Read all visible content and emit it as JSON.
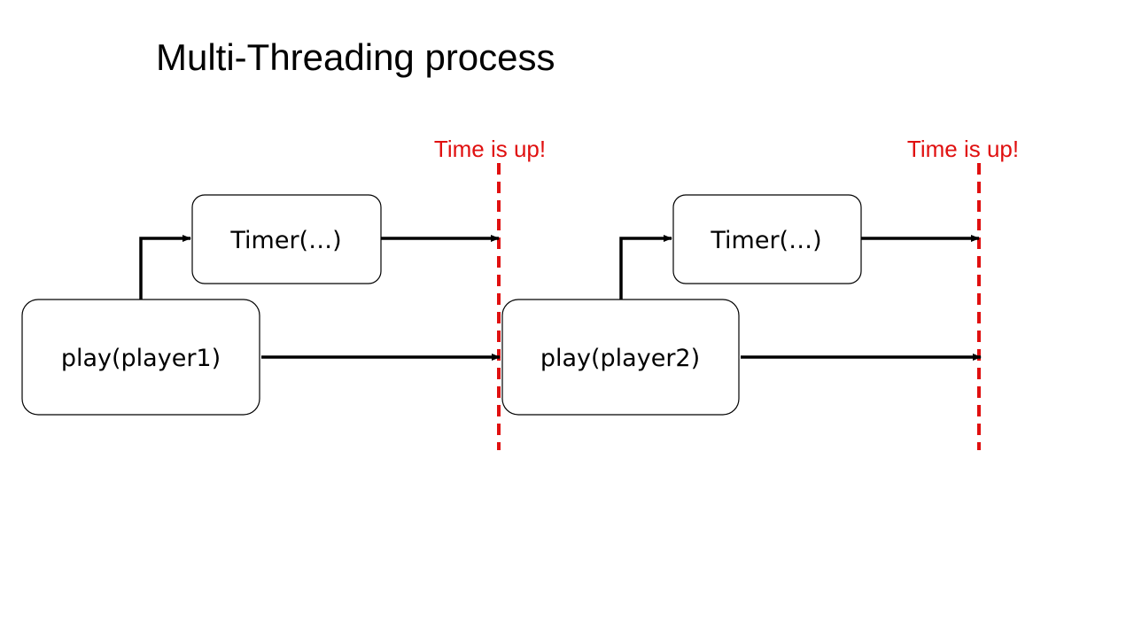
{
  "slide": {
    "title": "Multi-Threading process"
  },
  "colors": {
    "deadline": "#e01010",
    "stroke": "#000000"
  },
  "diagram": {
    "stages": [
      {
        "play_label": "play(player1)",
        "timer_label": "Timer(…)",
        "deadline_label": "Time is up!"
      },
      {
        "play_label": "play(player2)",
        "timer_label": "Timer(…)",
        "deadline_label": "Time is up!"
      }
    ]
  }
}
